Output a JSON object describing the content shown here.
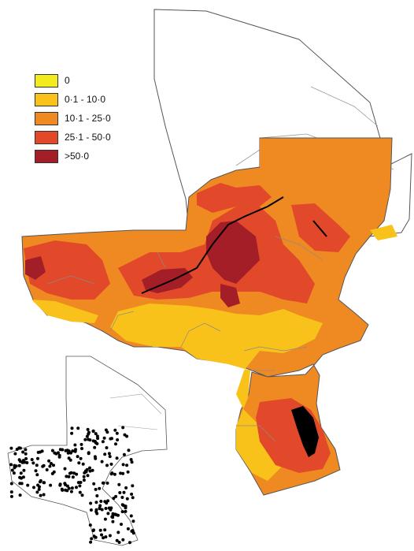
{
  "legend": {
    "items": [
      {
        "label": "0",
        "color": "#f2ec1e"
      },
      {
        "label": "0·1 - 10·0",
        "color": "#f8c21a"
      },
      {
        "label": "10·1 - 25·0",
        "color": "#ef8a23"
      },
      {
        "label": "25·1 - 50·0",
        "color": "#e2492a"
      },
      {
        "label": ">50·0",
        "color": "#a31e26"
      }
    ]
  },
  "colors": {
    "border": "#555555",
    "background": "#ffffff",
    "site_dot": "#000000",
    "water": "#000000"
  }
}
